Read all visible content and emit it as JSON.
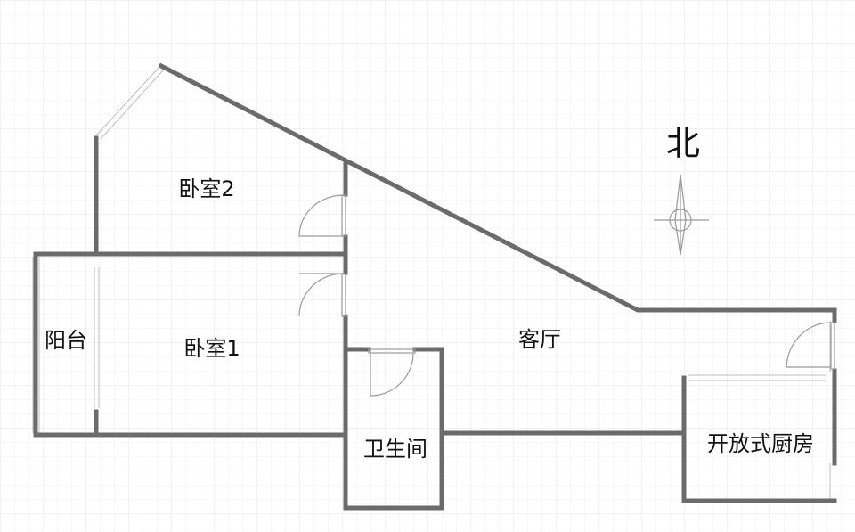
{
  "floorplan": {
    "rooms": {
      "bedroom2": "卧室2",
      "bedroom1": "卧室1",
      "balcony": "阳台",
      "living_room": "客厅",
      "bathroom": "卫生间",
      "kitchen": "开放式厨房"
    },
    "compass": {
      "north_label": "北",
      "icon": "north-arrow-icon"
    }
  },
  "colors": {
    "wall": "#6b6b6b",
    "grid": "#ececec",
    "window": "#bdbdbd",
    "door": "#9a9a9a",
    "background": "#ffffff"
  }
}
